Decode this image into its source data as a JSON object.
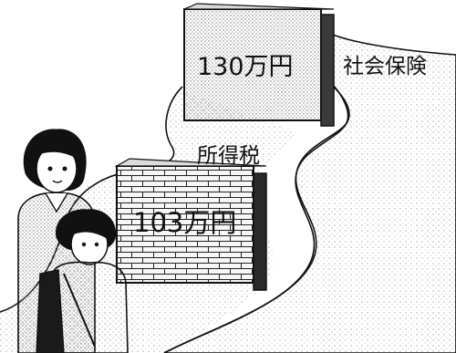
{
  "walls": {
    "far": {
      "amount": "130万円",
      "category": "社会保険"
    },
    "near": {
      "amount": "103万円",
      "category": "所得税"
    }
  },
  "figures": [
    "woman",
    "child"
  ],
  "colors": {
    "ink": "#111111",
    "paper": "#ffffff",
    "stipple": "#8a8a8a"
  }
}
